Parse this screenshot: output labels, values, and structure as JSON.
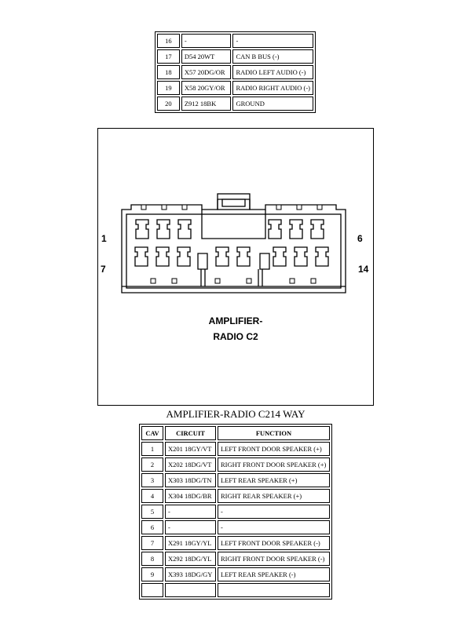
{
  "top_table": {
    "rows": [
      {
        "cav": "16",
        "circuit": "-",
        "function": "-"
      },
      {
        "cav": "17",
        "circuit": "D54 20WT",
        "function": "CAN B BUS (-)"
      },
      {
        "cav": "18",
        "circuit": "X57 20DG/OR",
        "function": "RADIO LEFT AUDIO (-)"
      },
      {
        "cav": "19",
        "circuit": "X58 20GY/OR",
        "function": "RADIO RIGHT AUDIO (-)"
      },
      {
        "cav": "20",
        "circuit": "Z912 18BK",
        "function": "GROUND"
      }
    ]
  },
  "diagram": {
    "pin_labels": {
      "top_left": "1",
      "bottom_left": "7",
      "top_right": "6",
      "bottom_right": "14"
    },
    "connector_name_line1": "AMPLIFIER-",
    "connector_name_line2": "RADIO C2"
  },
  "section_title": "AMPLIFIER-RADIO C214 WAY",
  "bottom_table": {
    "headers": {
      "cav": "CAV",
      "circuit": "CIRCUIT",
      "function": "FUNCTION"
    },
    "rows": [
      {
        "cav": "1",
        "circuit": "X201 18GY/VT",
        "function": "LEFT FRONT DOOR SPEAKER (+)"
      },
      {
        "cav": "2",
        "circuit": "X202 18DG/VT",
        "function": "RIGHT FRONT DOOR SPEAKER (+)"
      },
      {
        "cav": "3",
        "circuit": "X303 18DG/TN",
        "function": "LEFT REAR SPEAKER (+)"
      },
      {
        "cav": "4",
        "circuit": "X304 18DG/BR",
        "function": "RIGHT REAR SPEAKER (+)"
      },
      {
        "cav": "5",
        "circuit": "-",
        "function": "-"
      },
      {
        "cav": "6",
        "circuit": "-",
        "function": "-"
      },
      {
        "cav": "7",
        "circuit": "X291 18GY/YL",
        "function": "LEFT FRONT DOOR SPEAKER (-)"
      },
      {
        "cav": "8",
        "circuit": "X292 18DG/YL",
        "function": "RIGHT FRONT DOOR SPEAKER (-)"
      },
      {
        "cav": "9",
        "circuit": "X393 18DG/GY",
        "function": "LEFT REAR SPEAKER (-)"
      },
      {
        "cav": "",
        "circuit": "",
        "function": ""
      }
    ]
  }
}
